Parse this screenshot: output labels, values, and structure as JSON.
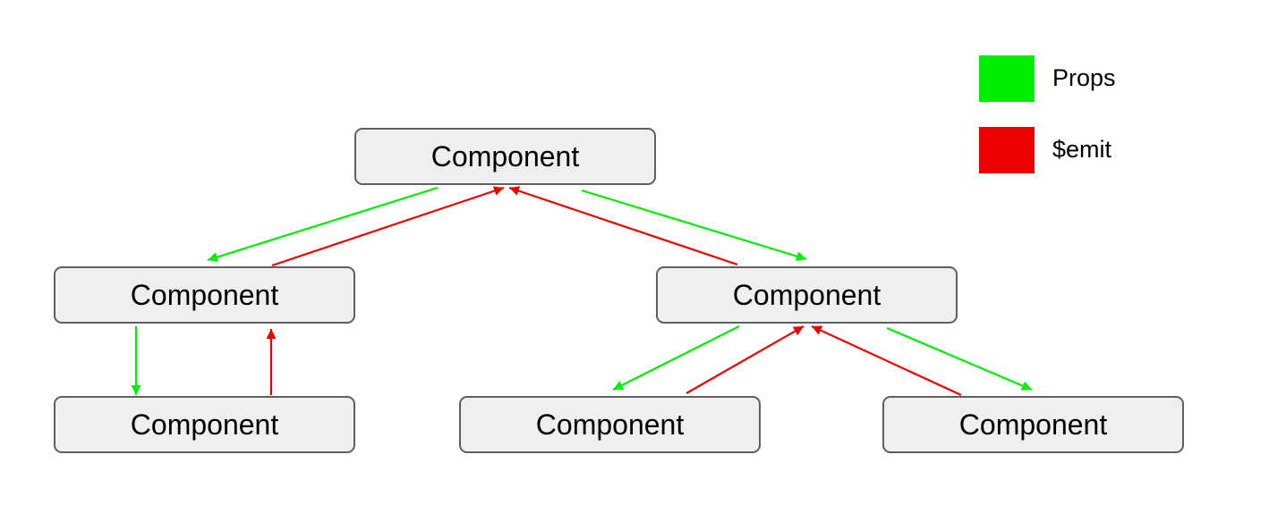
{
  "nodes": {
    "root": "Component",
    "left": "Component",
    "right": "Component",
    "left_child": "Component",
    "right_child_left": "Component",
    "right_child_right": "Component"
  },
  "legend": {
    "props": {
      "label": "Props",
      "color": "#00ee00"
    },
    "emit": {
      "label": "$emit",
      "color": "#ee0000"
    }
  },
  "edges": [
    {
      "from": "root",
      "to": "left",
      "kind": "props"
    },
    {
      "from": "left",
      "to": "root",
      "kind": "emit"
    },
    {
      "from": "root",
      "to": "right",
      "kind": "props"
    },
    {
      "from": "right",
      "to": "root",
      "kind": "emit"
    },
    {
      "from": "left",
      "to": "left_child",
      "kind": "props"
    },
    {
      "from": "left_child",
      "to": "left",
      "kind": "emit"
    },
    {
      "from": "right",
      "to": "right_child_left",
      "kind": "props"
    },
    {
      "from": "right_child_left",
      "to": "right",
      "kind": "emit"
    },
    {
      "from": "right",
      "to": "right_child_right",
      "kind": "props"
    },
    {
      "from": "right_child_right",
      "to": "right",
      "kind": "emit"
    }
  ]
}
